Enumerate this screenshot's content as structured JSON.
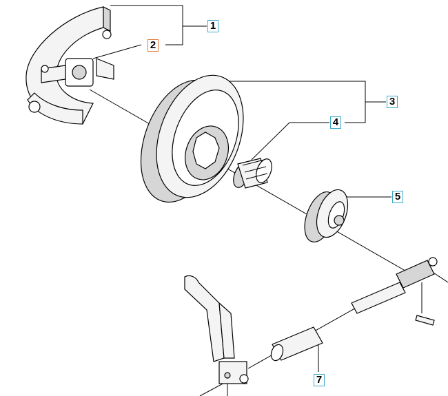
{
  "callouts": [
    {
      "label": "1",
      "style": "normal"
    },
    {
      "label": "2",
      "style": "highlight"
    },
    {
      "label": "3",
      "style": "normal"
    },
    {
      "label": "4",
      "style": "normal"
    },
    {
      "label": "5",
      "style": "normal"
    },
    {
      "label": "7",
      "style": "normal"
    }
  ],
  "colors": {
    "callout_border": "#3aa8c8",
    "callout_highlight": "#e07a3a",
    "line": "#000000"
  }
}
